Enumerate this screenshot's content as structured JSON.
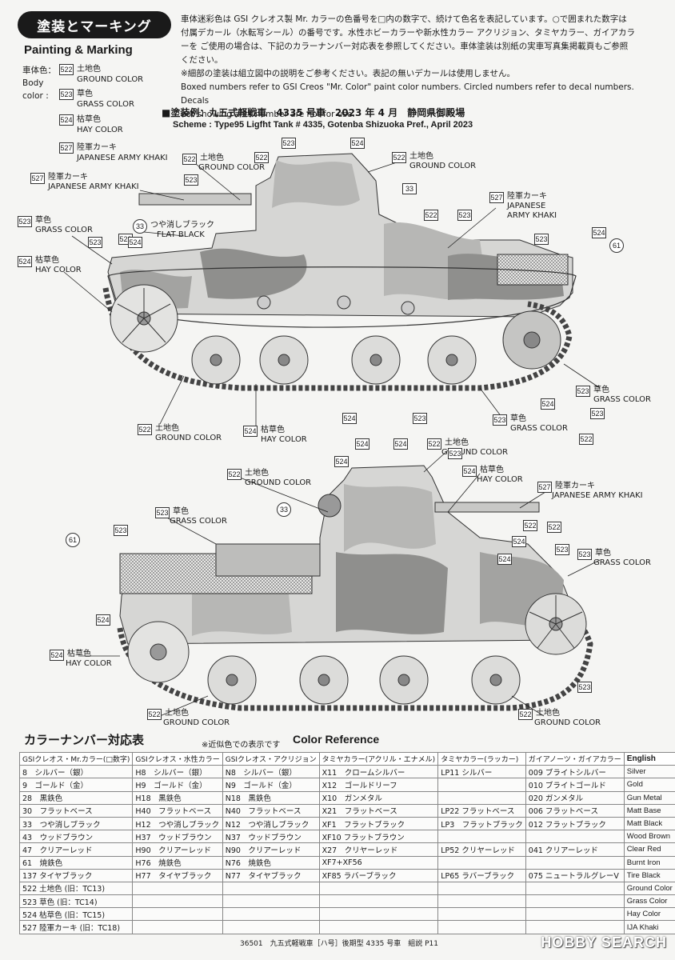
{
  "header": {
    "title_jp": "塗装とマーキング",
    "title_en": "Painting & Marking",
    "notes": [
      "車体迷彩色は GSI クレオス製 Mr. カラーの色番号を□内の数字で、続けて色名を表記しています。○で囲まれた数字は",
      "付属デカール（水転写シール）の番号です。水性ホビーカラーや新水性カラー アクリジョン、タミヤカラー、ガイアカラ",
      "ーを ご使用の場合は、下記のカラーナンバー対応表を参照してください。車体塗装は別紙の実車写真集掲載頁もご参照",
      "ください。",
      "※細部の塗装は組立図中の説明をご参考ください。表記の無いデカールは使用しません。",
      "Boxed numbers refer to GSI Creos \"Mr. Color\" paint color numbers. Circled numbers refer to decal numbers. Decals",
      "not showing a its number are not for use."
    ]
  },
  "body_color": {
    "label_jp": "車体色：",
    "label_en1": "Body",
    "label_en2": "color :",
    "items": [
      {
        "num": "522",
        "jp": "土地色",
        "en": "GROUND COLOR"
      },
      {
        "num": "523",
        "jp": "草色",
        "en": "GRASS COLOR"
      },
      {
        "num": "524",
        "jp": "枯草色",
        "en": "HAY COLOR"
      },
      {
        "num": "527",
        "jp": "陸軍カーキ",
        "en": "JAPANESE ARMY KHAKI"
      }
    ]
  },
  "scheme": {
    "jp": "■塗装例：九五式軽戦車　4335 号車　2023 年 4 月　静岡県御殿場",
    "en": "Scheme : Type95 Ligfht Tank # 4335, Gotenba Shizuoka Pref., April 2023"
  },
  "callouts": [
    {
      "num": "522",
      "jp": "土地色",
      "en": "GROUND COLOR"
    },
    {
      "num": "522",
      "jp": "土地色",
      "en": "GROUND COLOR"
    },
    {
      "num": "527",
      "jp": "陸軍カーキ",
      "en": "JAPANESE ARMY KHAKI"
    },
    {
      "num": "527",
      "jp": "陸軍カーキ",
      "en": "JAPANESE",
      "en2": "ARMY KHAKI"
    },
    {
      "num": "523",
      "jp": "草色",
      "en": "GRASS COLOR"
    },
    {
      "num": "33",
      "jp": "つや消しブラック",
      "en": "FLAT BLACK"
    },
    {
      "num": "524",
      "jp": "枯草色",
      "en": "HAY COLOR"
    },
    {
      "num": "523",
      "jp": "草色",
      "en": "GRASS COLOR"
    },
    {
      "num": "522",
      "jp": "土地色",
      "en": "GROUND COLOR"
    },
    {
      "num": "524",
      "jp": "枯草色",
      "en": "HAY COLOR"
    },
    {
      "num": "523",
      "jp": "草色",
      "en": "GRASS COLOR"
    },
    {
      "num": "522",
      "jp": "土地色",
      "en": "GROUND COLOR"
    },
    {
      "num": "522",
      "jp": "土地色",
      "en": "GROUND COLOR"
    },
    {
      "num": "524",
      "jp": "枯草色",
      "en": "HAY COLOR"
    },
    {
      "num": "527",
      "jp": "陸軍カーキ",
      "en": "JAPANESE ARMY KHAKI"
    },
    {
      "num": "523",
      "jp": "草色",
      "en": "GRASS COLOR"
    },
    {
      "num": "523",
      "jp": "草色",
      "en": "GRASS COLOR"
    },
    {
      "num": "524",
      "jp": "枯草色",
      "en": "HAY COLOR"
    },
    {
      "num": "522",
      "jp": "土地色",
      "en": "GROUND COLOR"
    },
    {
      "num": "522",
      "jp": "土地色",
      "en": "GROUND COLOR"
    }
  ],
  "marker_nums": [
    "523",
    "524",
    "523",
    "33",
    "522",
    "523",
    "522",
    "523",
    "524",
    "523",
    "522",
    "524",
    "524",
    "523",
    "524",
    "523",
    "522",
    "524",
    "524",
    "523",
    "524",
    "61",
    "524",
    "33",
    "524",
    "522",
    "523",
    "523",
    "61",
    "522",
    "523",
    "524"
  ],
  "table": {
    "title_jp": "カラーナンバー対応表",
    "note": "※近似色での表示です",
    "title_en": "Color Reference",
    "headers": [
      "GSIクレオス・Mr.カラー(□数字)",
      "GSIクレオス・水性カラー",
      "GSIクレオス・アクリジョン",
      "タミヤカラー(アクリル・エナメル)",
      "タミヤカラー(ラッカー)",
      "ガイアノーツ・ガイアカラー",
      "English"
    ],
    "rows": [
      [
        "8　シルバー（銀）",
        "H8　シルバー（銀）",
        "N8　シルバー（銀）",
        "X11　クロームシルバー",
        "LP11 シルバー",
        "009 ブライトシルバー",
        "Silver"
      ],
      [
        "9　ゴールド（金）",
        "H9　ゴールド（金）",
        "N9　ゴールド（金）",
        "X12　ゴールドリーフ",
        "",
        "010 ブライトゴールド",
        "Gold"
      ],
      [
        "28　黒鉄色",
        "H18　黒鉄色",
        "N18　黒鉄色",
        "X10　ガンメタル",
        "",
        "020 ガンメタル",
        "Gun Metal"
      ],
      [
        "30　フラットベース",
        "H40　フラットベース",
        "N40　フラットベース",
        "X21　フラットベース",
        "LP22 フラットベース",
        "006 フラットベース",
        "Matt Base"
      ],
      [
        "33　つや消しブラック",
        "H12　つや消しブラック",
        "N12　つや消しブラック",
        "XF1　フラットブラック",
        "LP3　フラットブラック",
        "012 フラットブラック",
        "Matt Black"
      ],
      [
        "43　ウッドブラウン",
        "H37　ウッドブラウン",
        "N37　ウッドブラウン",
        "XF10 フラットブラウン",
        "",
        "",
        "Wood Brown"
      ],
      [
        "47　クリアーレッド",
        "H90　クリアーレッド",
        "N90　クリアーレッド",
        "X27　クリヤーレッド",
        "LP52 クリヤーレッド",
        "041 クリアーレッド",
        "Clear Red"
      ],
      [
        "61　焼鉄色",
        "H76　焼鉄色",
        "N76　焼鉄色",
        "XF7+XF56",
        "",
        "",
        "Burnt Iron"
      ],
      [
        "137 タイヤブラック",
        "H77　タイヤブラック",
        "N77　タイヤブラック",
        "XF85 ラバーブラック",
        "LP65 ラバーブラック",
        "075 ニュートラルグレーV",
        "Tire Black"
      ],
      [
        "522 土地色 (旧：TC13)",
        "",
        "",
        "",
        "",
        "",
        "Ground Color"
      ],
      [
        "523 草色 (旧：TC14)",
        "",
        "",
        "",
        "",
        "",
        "Grass Color"
      ],
      [
        "524 枯草色 (旧：TC15)",
        "",
        "",
        "",
        "",
        "",
        "Hay Color"
      ],
      [
        "527 陸軍カーキ (旧：TC18)",
        "",
        "",
        "",
        "",
        "",
        "IJA Khaki"
      ]
    ]
  },
  "footer": "36501　九五式軽戦車［ハ号］後期型 4335 号車　組説 P11",
  "watermark": "HOBBY SEARCH",
  "colors": {
    "tank_light": "#d8d8d6",
    "tank_mid": "#b9b9b7",
    "tank_dark": "#8e8e8c",
    "ink": "#1a1a1a"
  }
}
